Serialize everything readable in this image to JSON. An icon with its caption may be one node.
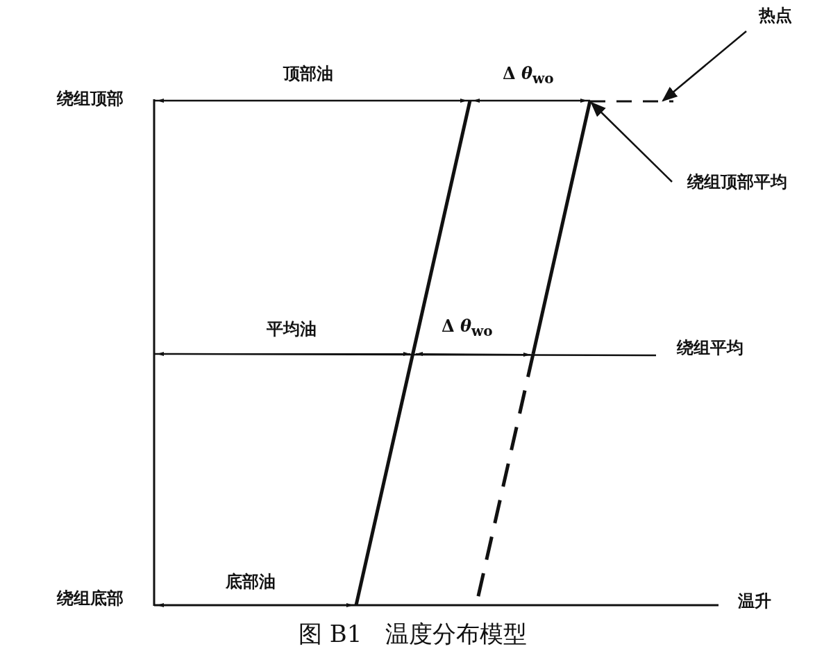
{
  "diagram": {
    "caption": "图 B1　温度分布模型",
    "nodes": [
      {
        "text": [
          "热点"
        ]
      },
      {
        "text": [
          "绕组顶部平均"
        ]
      }
    ],
    "edges": [
      {
        "from": 0,
        "to": null,
        "arrow": "to"
      },
      {
        "from": 1,
        "to": null,
        "arrow": "to"
      }
    ],
    "labels": [
      "顶部油",
      "Δ *θ*$_{wo}$",
      "绕组顶部",
      "平均油",
      "Δ *θ*$_{wo}$",
      "绕组平均",
      "底部油",
      "绕组底部",
      "温升"
    ]
  }
}
